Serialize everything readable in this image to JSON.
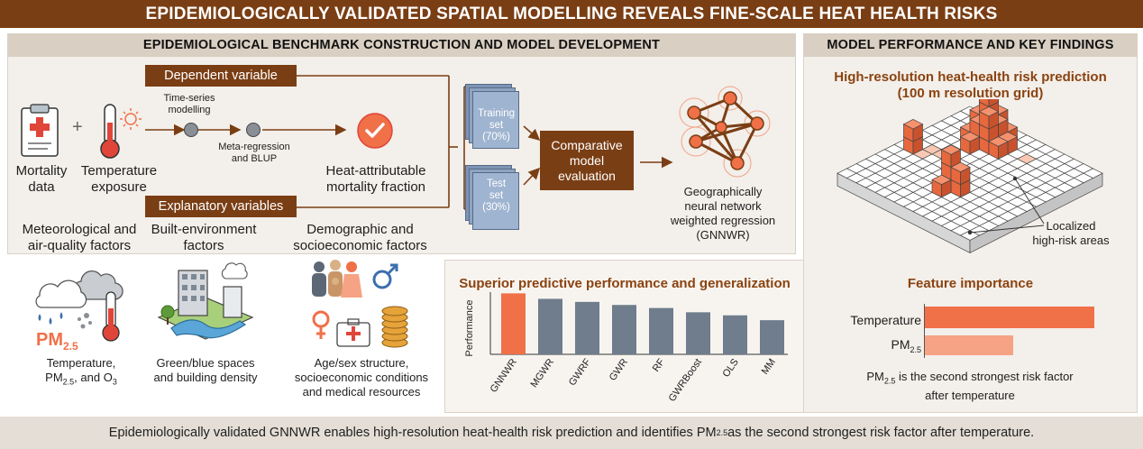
{
  "title": "EPIDEMIOLOGICALLY VALIDATED SPATIAL MODELLING REVEALS FINE-SCALE HEAT HEALTH RISKS",
  "left_panel": {
    "header": "EPIDEMIOLOGICAL BENCHMARK CONSTRUCTION AND MODEL DEVELOPMENT",
    "dependent_variable": "Dependent variable",
    "explanatory_variables": "Explanatory variables",
    "mortality_label": [
      "Mortality",
      "data"
    ],
    "plus": "+",
    "temperature_label": [
      "Temperature",
      "exposure"
    ],
    "time_series": [
      "Time-series",
      "modelling"
    ],
    "meta_regression": [
      "Meta-regression",
      "and BLUP"
    ],
    "heat_fraction": [
      "Heat-attributable",
      "mortality fraction"
    ],
    "training_set": [
      "Training",
      "set",
      "(70%)"
    ],
    "test_set": [
      "Test",
      "set",
      "(30%)"
    ],
    "comparative": [
      "Comparative",
      "model",
      "evaluation"
    ],
    "gnnwr": [
      "Geographically",
      "neural network",
      "weighted regression",
      "(GNNWR)"
    ],
    "factor_met": {
      "title": [
        "Meteorological and",
        "air-quality factors"
      ],
      "pm_main": "PM",
      "pm_sub": "2.5",
      "desc_1": "Temperature,",
      "desc_2a": "PM",
      "desc_2sub": "2.5",
      "desc_2b": ", and O",
      "desc_2sub2": "3"
    },
    "factor_built": {
      "title": [
        "Built-environment",
        "factors"
      ],
      "desc": [
        "Green/blue spaces",
        "and building density"
      ]
    },
    "factor_demo": {
      "title": [
        "Demographic and",
        "socioeconomic factors"
      ],
      "desc": [
        "Age/sex structure,",
        "socioeconomic conditions",
        "and medical resources"
      ]
    }
  },
  "chart_panel": {
    "title": "Superior predictive performance and generalization"
  },
  "chart_data": {
    "type": "bar",
    "title": "Superior predictive performance and generalization",
    "ylabel": "Performance",
    "xlabel": "",
    "categories": [
      "GNNWR",
      "MGWR",
      "GWRF",
      "GWR",
      "RF",
      "GWRBoost",
      "OLS",
      "MM"
    ],
    "values": [
      1.0,
      0.91,
      0.86,
      0.81,
      0.76,
      0.69,
      0.64,
      0.56
    ],
    "ylim": [
      0,
      1.05
    ],
    "colors": [
      "#f07048",
      "#6f7d8c",
      "#6f7d8c",
      "#6f7d8c",
      "#6f7d8c",
      "#6f7d8c",
      "#6f7d8c",
      "#6f7d8c"
    ],
    "grid": false,
    "legend": "none"
  },
  "right_panel": {
    "header": "MODEL PERFORMANCE AND KEY FINDINGS",
    "hr_title": [
      "High-resolution heat-health risk prediction",
      "(100 m resolution grid)"
    ],
    "localized": [
      "Localized",
      "high-risk areas"
    ],
    "feature_title": "Feature importance",
    "feature_temp": "Temperature",
    "feature_pm": "PM",
    "feature_pm_sub": "2.5",
    "feature_values": [
      1.0,
      0.52
    ],
    "feature_note_1a": "PM",
    "feature_note_1sub": "2.5",
    "feature_note_1b": " is the second strongest risk factor",
    "feature_note_2": "after temperature"
  },
  "summary": {
    "text_a": "Epidemiologically validated GNNWR enables high-resolution heat-health risk prediction and identifies PM",
    "text_sub": "2.5",
    "text_b": " as the second strongest risk factor after temperature."
  },
  "colors": {
    "brown": "#7a3e14",
    "orange": "#f07048",
    "slate": "#6f7d8c",
    "light_orange": "#f5a384"
  }
}
